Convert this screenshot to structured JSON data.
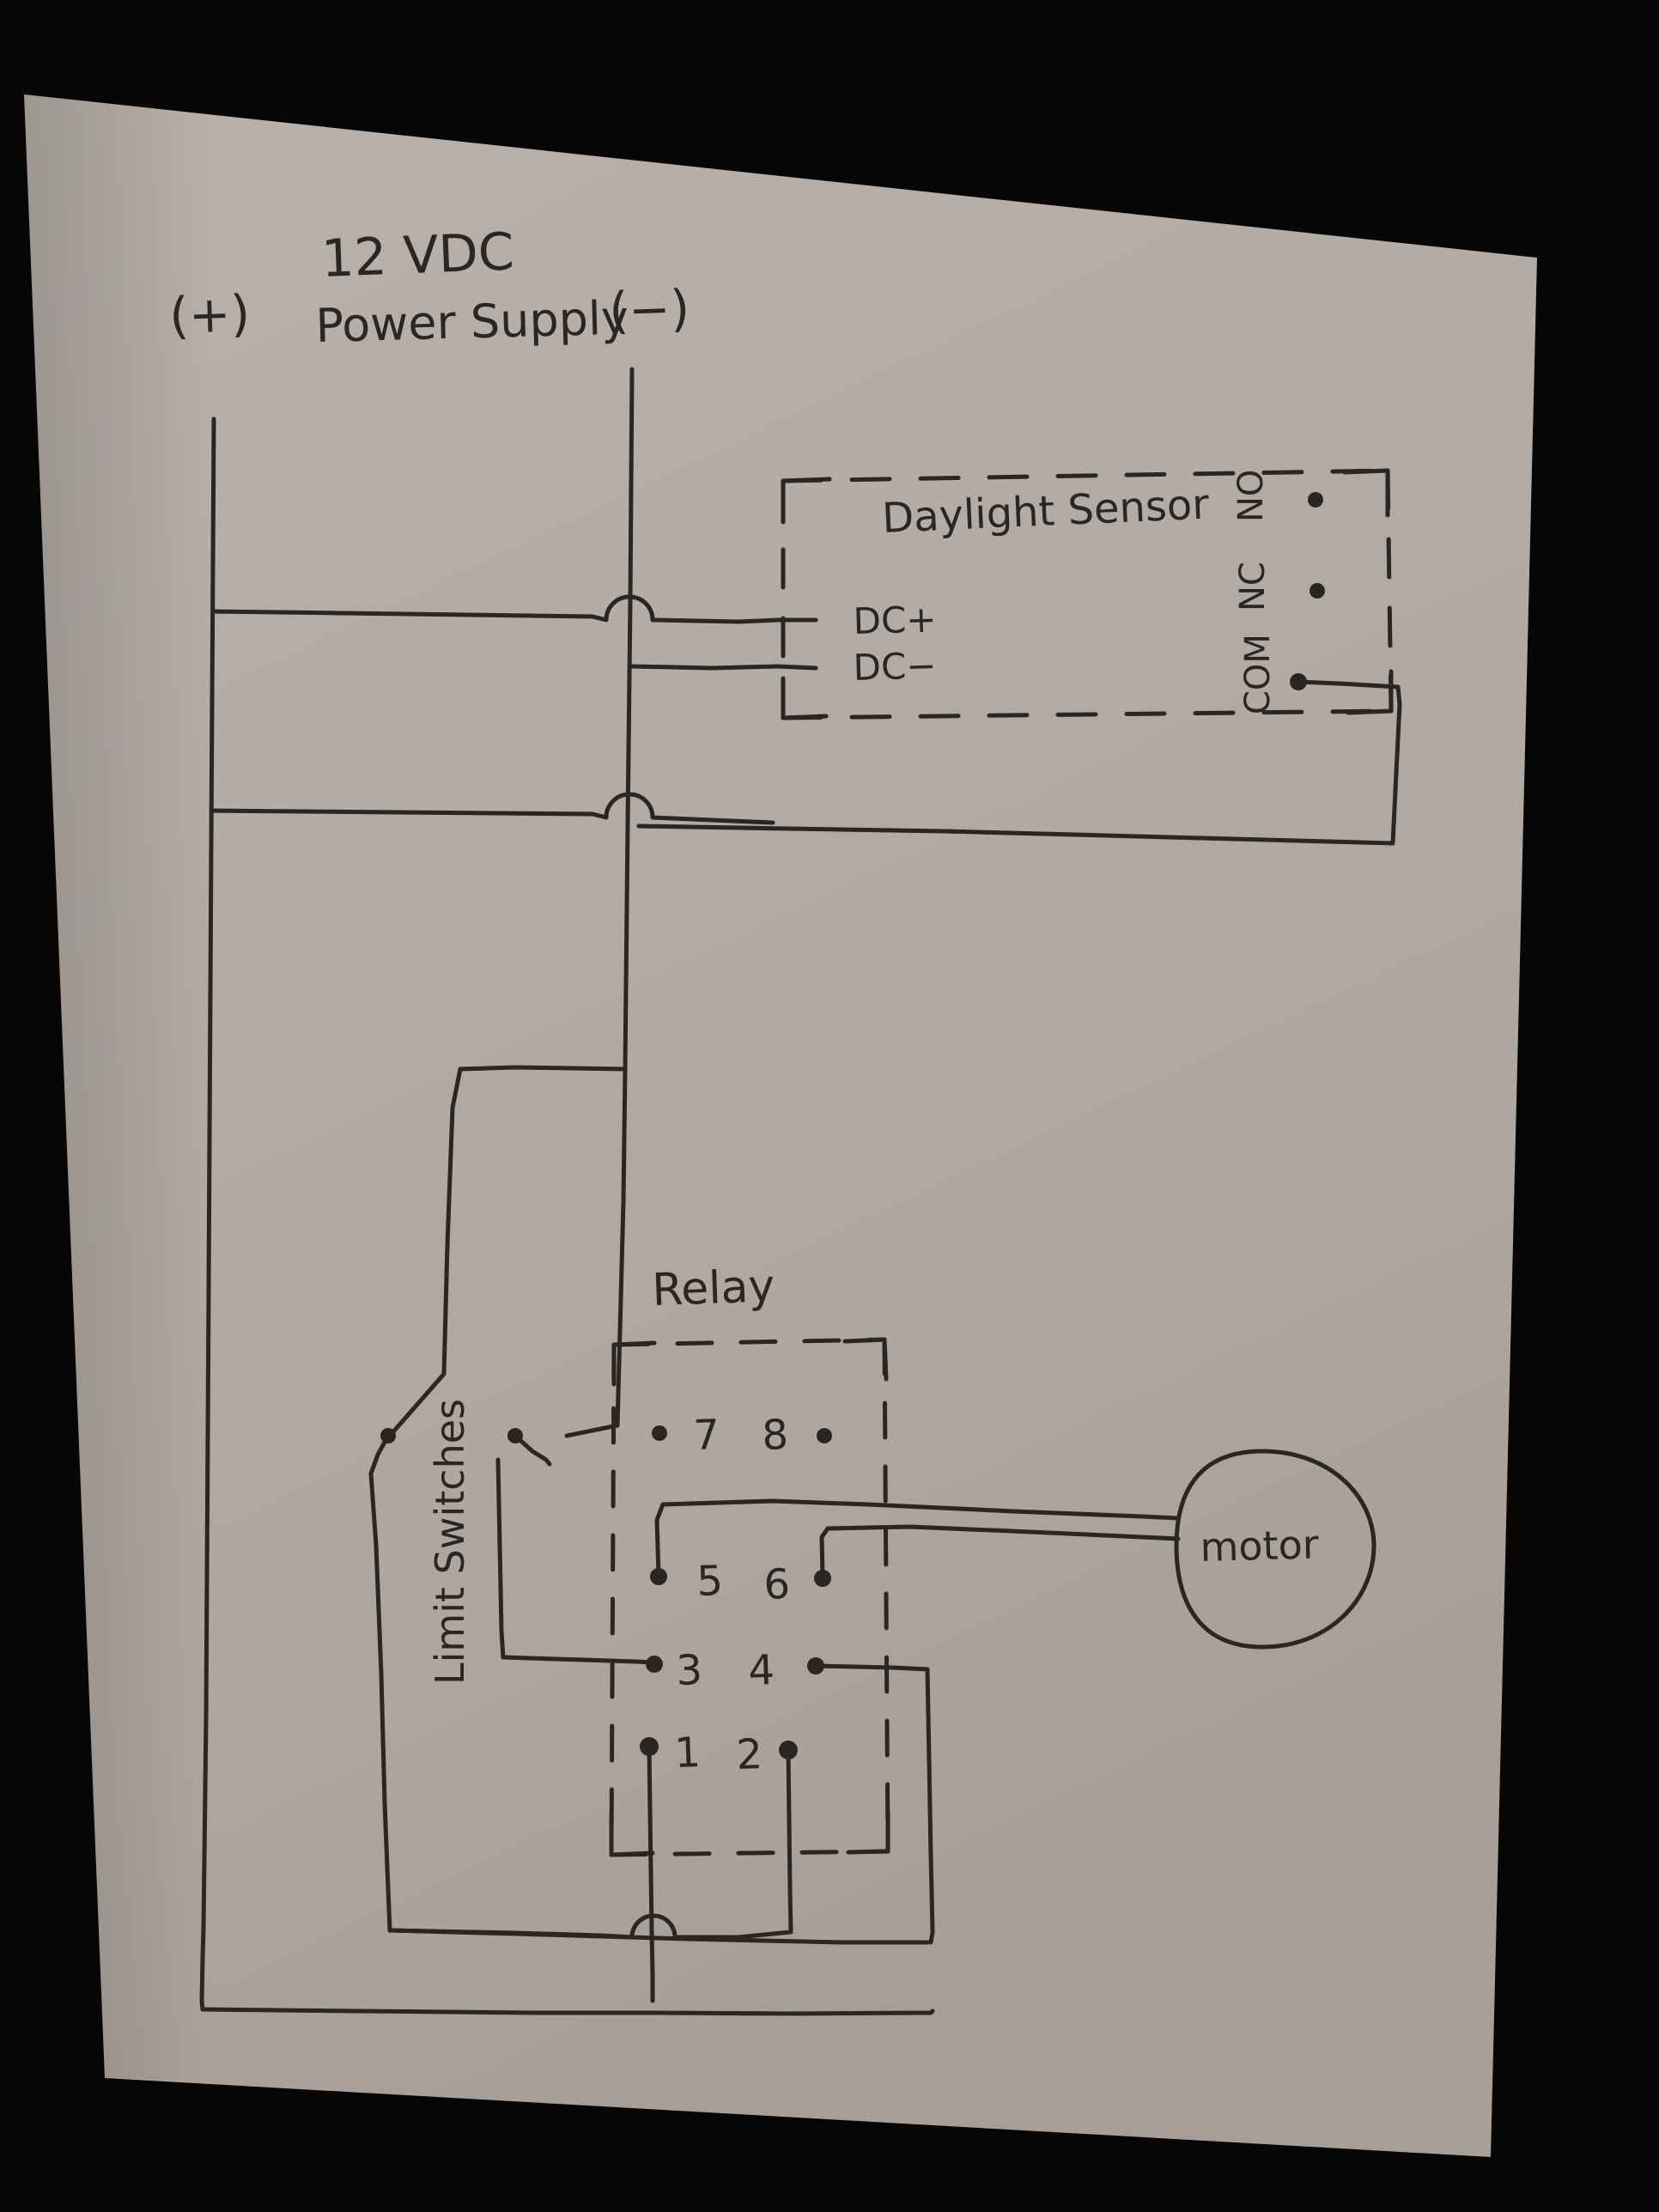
{
  "document": {
    "kind": "hand-drawn wiring diagram",
    "medium": "black ink on tan paper photographed on black background",
    "paper_color": "#b4aca6",
    "ink_color": "#2b2622",
    "background_color": "#070604"
  },
  "labels": {
    "supply_title_line1": "12 VDC",
    "supply_title_line2": "Power Supply",
    "supply_positive": "(+)",
    "supply_negative": "(−)",
    "sensor_title": "Daylight Sensor",
    "sensor_dc_plus": "DC+",
    "sensor_dc_minus": "DC−",
    "sensor_no": "NO",
    "sensor_nc": "NC",
    "sensor_com": "COM",
    "relay_title": "Relay",
    "limit_switches": "Limit Switches",
    "motor": "motor"
  },
  "relay": {
    "title": "Relay",
    "terminal_rows": [
      {
        "left": "7",
        "right": "8"
      },
      {
        "left": "5",
        "right": "6"
      },
      {
        "left": "3",
        "right": "4"
      },
      {
        "left": "1",
        "right": "2"
      }
    ],
    "terminals": [
      "1",
      "2",
      "3",
      "4",
      "5",
      "6",
      "7",
      "8"
    ]
  },
  "sensor": {
    "title": "Daylight Sensor",
    "input_terminals": [
      "DC+",
      "DC−"
    ],
    "output_terminals": [
      "NO",
      "NC",
      "COM"
    ]
  },
  "power_supply": {
    "voltage": "12 VDC",
    "name": "Power Supply",
    "rails": [
      "(+)",
      "(−)"
    ]
  },
  "components": {
    "limit_switch_count": 2,
    "limit_switch_label": "Limit Switches",
    "load": "motor"
  },
  "connections": [
    {
      "from": "(+) rail",
      "to": "DC+"
    },
    {
      "from": "(−) rail",
      "to": "DC−"
    },
    {
      "from": "COM",
      "to": "(−) rail"
    },
    {
      "from": "(−) rail",
      "to": "Limit Switches"
    },
    {
      "from": "Limit Switches",
      "to": "relay terminal 3"
    },
    {
      "from": "relay terminal 4",
      "to": "relay terminal 2 / lower bus"
    },
    {
      "from": "relay terminal 5",
      "to": "motor"
    },
    {
      "from": "relay terminal 6",
      "to": "motor"
    },
    {
      "from": "relay terminal 1",
      "to": "(+) rail bottom bus"
    }
  ]
}
